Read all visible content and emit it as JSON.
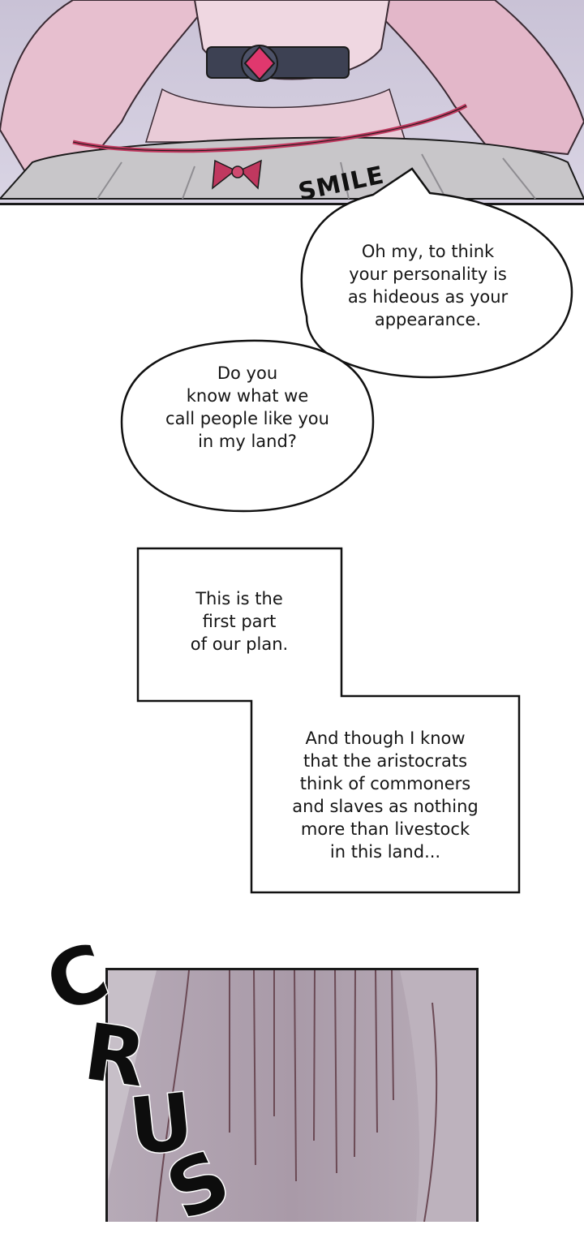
{
  "sfx": {
    "smile": "SMILE",
    "crush_letters": [
      "C",
      "R",
      "U",
      "S"
    ]
  },
  "bubbles": {
    "bubble1": [
      "Oh my, to think",
      "your personality is",
      "as hideous as your",
      "appearance."
    ],
    "bubble2": [
      "Do you",
      "know what we",
      "call people like you",
      "in my land?"
    ]
  },
  "narration": {
    "box1": [
      "This is the",
      "first part",
      "of our plan."
    ],
    "box2": [
      "And though I know",
      "that the aristocrats",
      "think of commoners",
      "and slaves as nothing",
      "more than livestock",
      "in this land..."
    ]
  },
  "colors": {
    "top_background": "#cfc8dc",
    "hair": "#e8bccd",
    "dress": "#c8c6c9",
    "ribbon": "#c0385f",
    "choker": "#3d4153",
    "gem": "#e0386e",
    "bottom_panel": "#ab9dab"
  }
}
